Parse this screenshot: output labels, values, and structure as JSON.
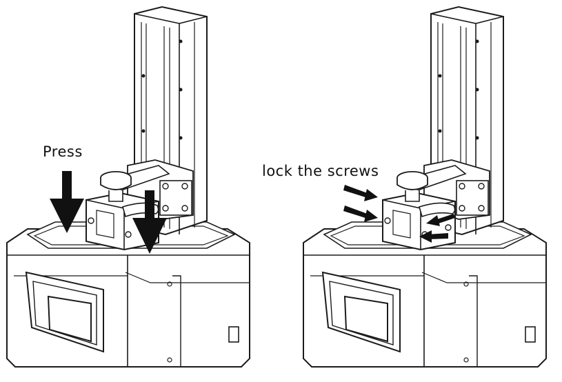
{
  "panels": [
    {
      "label": "Press",
      "arrow_count": 2
    },
    {
      "label": "lock the screws",
      "arrow_count": 4
    }
  ],
  "colors": {
    "line": "#1a1a1a",
    "fill": "#ffffff",
    "arrow": "#111111"
  }
}
